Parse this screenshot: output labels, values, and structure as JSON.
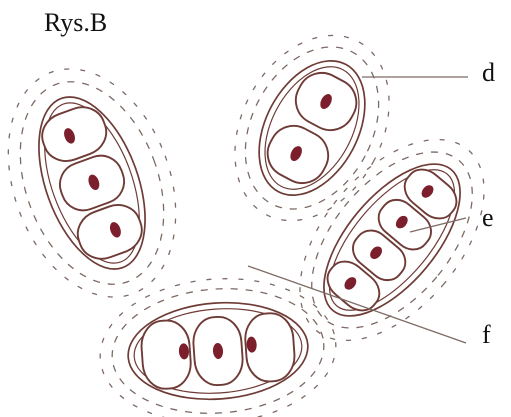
{
  "figure": {
    "title": "Rys.B",
    "labels": {
      "d": "d",
      "e": "e",
      "f": "f"
    }
  },
  "colors": {
    "outline": "#6e3b36",
    "nucleus": "#7a1f2b",
    "capsule": "#7d6a64",
    "leader": "#7d6a64",
    "text": "#111111",
    "background": "#ffffff"
  }
}
